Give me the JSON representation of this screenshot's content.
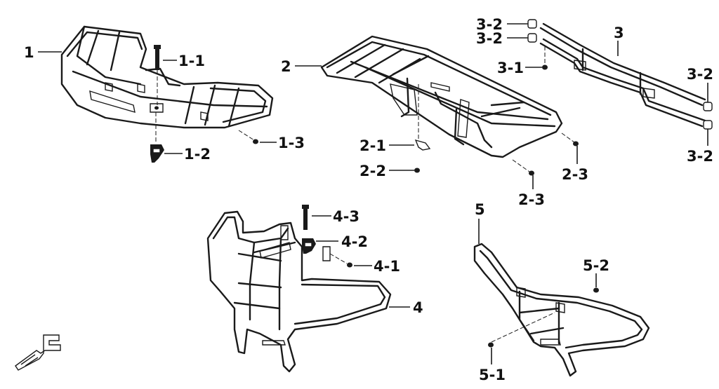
{
  "callouts": [
    {
      "id": "c-1",
      "text": "1"
    },
    {
      "id": "c-1-1",
      "text": "1-1"
    },
    {
      "id": "c-1-2",
      "text": "1-2"
    },
    {
      "id": "c-1-3",
      "text": "1-3"
    },
    {
      "id": "c-2",
      "text": "2"
    },
    {
      "id": "c-2-1",
      "text": "2-1"
    },
    {
      "id": "c-2-2",
      "text": "2-2"
    },
    {
      "id": "c-2-3a",
      "text": "2-3"
    },
    {
      "id": "c-2-3b",
      "text": "2-3"
    },
    {
      "id": "c-3",
      "text": "3"
    },
    {
      "id": "c-3-1",
      "text": "3-1"
    },
    {
      "id": "c-3-2a",
      "text": "3-2"
    },
    {
      "id": "c-3-2b",
      "text": "3-2"
    },
    {
      "id": "c-3-2c",
      "text": "3-2"
    },
    {
      "id": "c-3-2d",
      "text": "3-2"
    },
    {
      "id": "c-4",
      "text": "4"
    },
    {
      "id": "c-4-1",
      "text": "4-1"
    },
    {
      "id": "c-4-2",
      "text": "4-2"
    },
    {
      "id": "c-4-3",
      "text": "4-3"
    },
    {
      "id": "c-5",
      "text": "5"
    },
    {
      "id": "c-5-1",
      "text": "5-1"
    },
    {
      "id": "c-5-2",
      "text": "5-2"
    }
  ],
  "direction_marker": {
    "letter": "F",
    "icon": "front-arrow-icon"
  }
}
